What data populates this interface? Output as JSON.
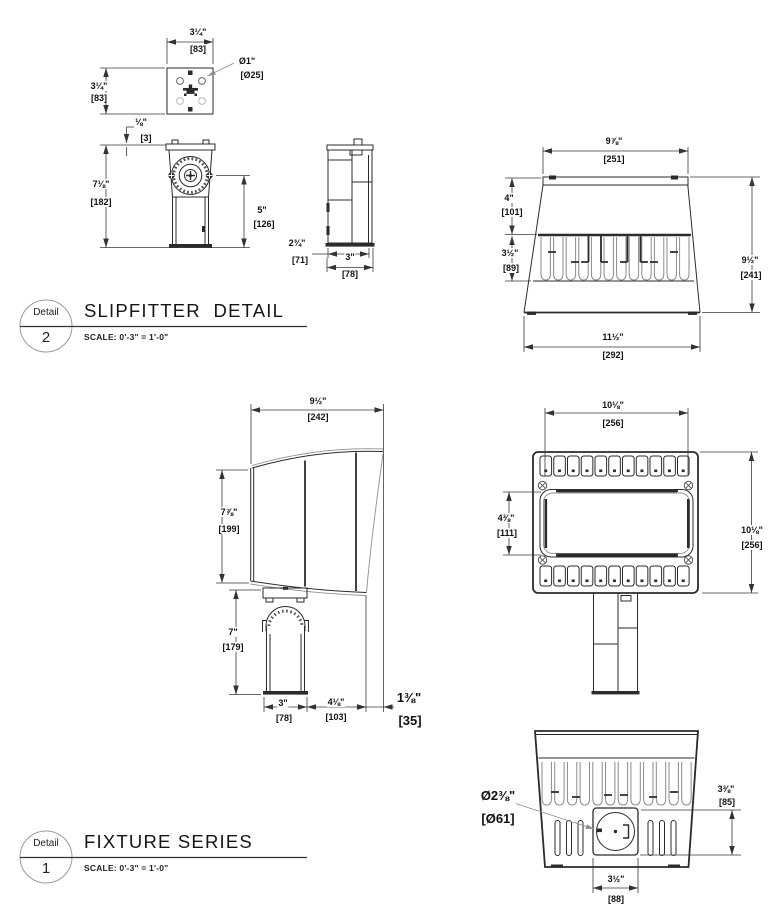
{
  "details": {
    "slipfitter": {
      "badge": "Detail",
      "number": "2",
      "title": "SLIPFITTER  DETAIL",
      "scale": "SCALE: 0'-3\" = 1'-0\""
    },
    "fixture": {
      "badge": "Detail",
      "number": "1",
      "title": "FIXTURE SERIES",
      "scale": "SCALE: 0'-3\" = 1'-0\""
    }
  },
  "dims": {
    "sf_plate_w": {
      "in": "3¼\"",
      "mm": "[83]"
    },
    "sf_plate_h": {
      "in": "3¼\"",
      "mm": "[83]"
    },
    "sf_hole": {
      "in": "Ø1\"",
      "mm": "[Ø25]"
    },
    "sf_plate_t": {
      "in": "⅛\"",
      "mm": "[3]"
    },
    "sf_h": {
      "in": "7⅛\"",
      "mm": "[182]"
    },
    "sf_body_h": {
      "in": "5\"",
      "mm": "[126]"
    },
    "sf_d": {
      "in": "2¾\"",
      "mm": "[71]"
    },
    "sf_w": {
      "in": "3\"",
      "mm": "[78]"
    },
    "rear_top_w": {
      "in": "9⅞\"",
      "mm": "[251]"
    },
    "rear_upper_h": {
      "in": "4\"",
      "mm": "[101]"
    },
    "rear_fin_h": {
      "in": "3½\"",
      "mm": "[89]"
    },
    "rear_h": {
      "in": "9½\"",
      "mm": "[241]"
    },
    "rear_bot_w": {
      "in": "11½\"",
      "mm": "[292]"
    },
    "side_w": {
      "in": "9½\"",
      "mm": "[242]"
    },
    "side_body_h": {
      "in": "7⅞\"",
      "mm": "[199]"
    },
    "side_mount_h": {
      "in": "7\"",
      "mm": "[179]"
    },
    "side_pole_w": {
      "in": "3\"",
      "mm": "[78]"
    },
    "side_offset": {
      "in": "4⅛\"",
      "mm": "[103]"
    },
    "side_tip": {
      "in": "1⅜\"",
      "mm": "[35]"
    },
    "plan_w": {
      "in": "10⅛\"",
      "mm": "[256]"
    },
    "plan_center": {
      "in": "4⅜\"",
      "mm": "[111]"
    },
    "plan_h": {
      "in": "10⅛\"",
      "mm": "[256]"
    },
    "bot_hole": {
      "in": "Ø2⅜\"",
      "mm": "[Ø61]"
    },
    "bot_right": {
      "in": "3⅜\"",
      "mm": "[85]"
    },
    "bot_w": {
      "in": "3½\"",
      "mm": "[88]"
    }
  }
}
